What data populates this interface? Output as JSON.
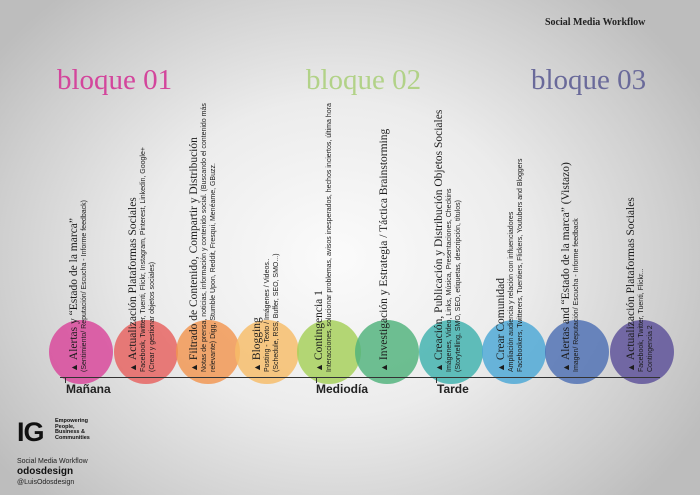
{
  "title": "Social Media Workflow",
  "bloques": [
    "bloque 01",
    "bloque 02",
    "bloque 03"
  ],
  "colors": [
    "#d9449a",
    "#e6605e",
    "#f2954f",
    "#f6bc68",
    "#a5cf58",
    "#4fb27b",
    "#3eb1ad",
    "#4aa7d6",
    "#4d6fb3",
    "#5b4f98"
  ],
  "steps": [
    {
      "title": "Alertas y “Estado de la marca”",
      "lines": [
        "(Sentimiento/ Reputación/ Escucha - Informe feedback)"
      ]
    },
    {
      "title": "Actualización Plataformas Sociales",
      "lines": [
        "Facebook, Twitter, Tuenti, Flickr, Instagram, Pinterest, Linkedin, Google+",
        "(Crear y gestionar objetos sociales)"
      ]
    },
    {
      "title": "Filtrado de Contenido, Compartir y Distribución",
      "lines": [
        "Notas de prensa, noticias, información y contenido social. (Buscando el contenido más",
        "relevante) Digg, Stumble Upon, Reddit, Fresqui, Menéame, GBuzz."
      ]
    },
    {
      "title": "Blogging",
      "lines": [
        "Posting - Texto / Imágenes / Videos..",
        "(Schedule, RSS, Buffer, SEO, SMO...)"
      ]
    },
    {
      "title": "Contingencia 1",
      "lines": [
        "Interacciones, solucionar problemas, avisos inesperados, hechos inciertos, última hora"
      ]
    },
    {
      "title": "Investigación y Estrategia / Táctica Brainstorming",
      "lines": []
    },
    {
      "title": "Creación, Publicación y Distribución Objetos Sociales",
      "lines": [
        "Imágenes, Video, Links, Música, Presentaciones, Checkins",
        "(Storytelling, SMO, SEO, etiquetas, descripción, títulos)"
      ]
    },
    {
      "title": "Crear Comunidad",
      "lines": [
        "Ampliación audiencia y relación con influenciadores",
        "Facebookers, Twitterers, Tuentiers, Flickers, Youtubers and Bloggers"
      ]
    },
    {
      "title": "Alertas and “Estado de la marca” (Vistazo)",
      "lines": [
        "Imagen/ Reputación/ Escucha - Informe feedback"
      ]
    },
    {
      "title": "Actualización Plataformas Sociales",
      "lines": [
        "Facebook, Twitter, Tuenti, Flickr...",
        "Contingencia 2"
      ]
    }
  ],
  "times": [
    "Mañana",
    "Mediodía",
    "Tarde"
  ],
  "logo": {
    "mark": "IG",
    "tagline": [
      "Empowering",
      "People,",
      "Business &",
      "Communities"
    ],
    "subtitle": "Social Media Workflow",
    "brand": "odosdesign",
    "handle": "@LuisOdosdesign"
  }
}
